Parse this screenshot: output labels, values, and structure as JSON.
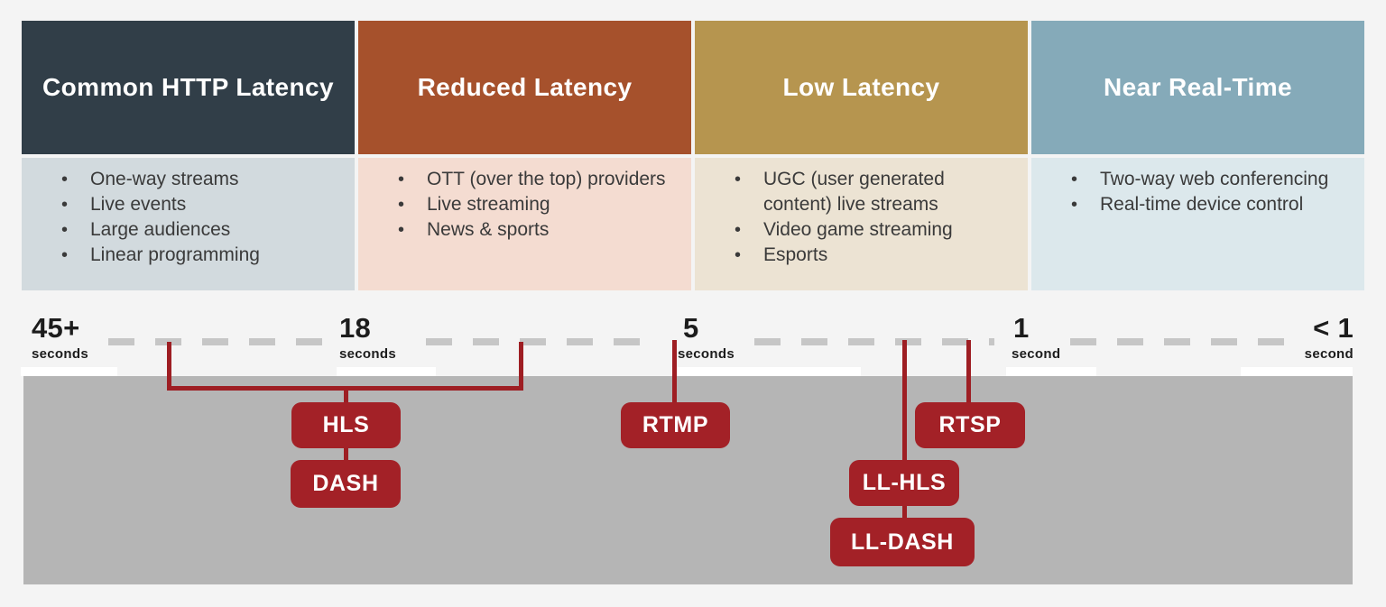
{
  "page": {
    "background": "#f4f4f4"
  },
  "colors": {
    "badge_red": "#a32127",
    "line_red": "#9e1e23",
    "dash_gray": "#c6c6c6",
    "band_gray": "#b5b5b5"
  },
  "categories": [
    {
      "title": "Common HTTP Latency",
      "header_bg": "#313e48",
      "body_bg": "#d2dade",
      "items": [
        "One-way streams",
        "Live events",
        "Large audiences",
        "Linear programming"
      ]
    },
    {
      "title": "Reduced Latency",
      "header_bg": "#a6512c",
      "body_bg": "#f4dcd1",
      "items": [
        "OTT (over the top) providers",
        "Live streaming",
        "News & sports"
      ]
    },
    {
      "title": "Low Latency",
      "header_bg": "#b6954f",
      "body_bg": "#ece3d3",
      "items": [
        "UGC (user generated content) live streams",
        "Video game streaming",
        "Esports"
      ]
    },
    {
      "title": "Near Real-Time",
      "header_bg": "#85aab9",
      "body_bg": "#dce8ec",
      "items": [
        "Two-way web conferencing",
        "Real-time device control"
      ]
    }
  ],
  "timeline": {
    "markers": [
      {
        "value": "45+",
        "unit": "seconds"
      },
      {
        "value": "18",
        "unit": "seconds"
      },
      {
        "value": "5",
        "unit": "seconds"
      },
      {
        "value": "1",
        "unit": "second"
      },
      {
        "value": "< 1",
        "unit": "second"
      }
    ]
  },
  "protocols": [
    {
      "label": "HLS"
    },
    {
      "label": "DASH"
    },
    {
      "label": "RTMP"
    },
    {
      "label": "LL-HLS"
    },
    {
      "label": "LL-DASH"
    },
    {
      "label": "RTSP"
    }
  ]
}
